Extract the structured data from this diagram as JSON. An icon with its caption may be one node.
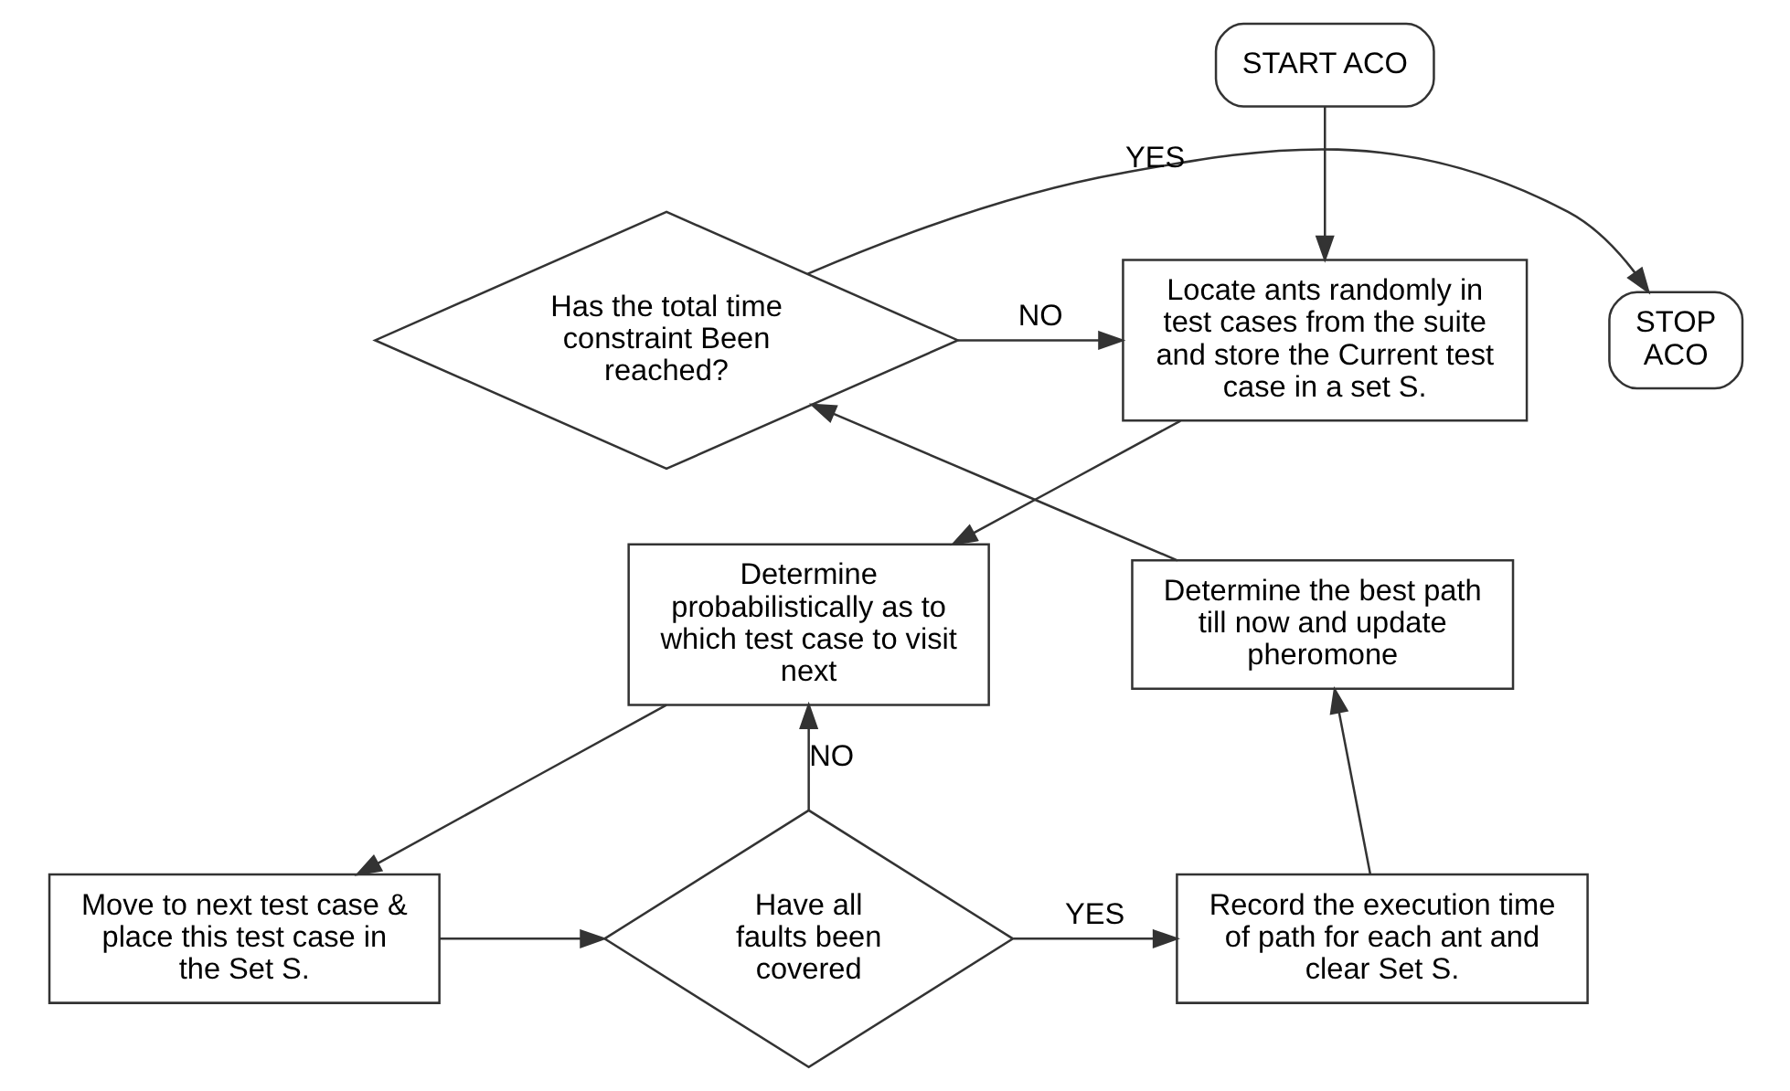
{
  "diagram": {
    "nodes": [
      {
        "text": [
          "START ACO"
        ]
      },
      {
        "text": [
          "Locate ants randomly in test cases from the suite and store the Current test case in a set S."
        ]
      },
      {
        "text": [
          "Determine probabilistically as to which test case to visit next"
        ]
      },
      {
        "text": [
          "Move to next test case & place this test case in the Set S."
        ]
      },
      {
        "text": [
          "Have all faults been covered"
        ]
      },
      {
        "text": [
          "Record the execution time of path for each ant and clear Set S."
        ]
      },
      {
        "text": [
          "Determine the best path till now and update pheromone"
        ]
      },
      {
        "text": [
          "Has the total time constraint Been reached?"
        ]
      },
      {
        "text": [
          "STOP ACO"
        ]
      }
    ],
    "edges": [
      {
        "from": 0,
        "to": 1,
        "arrow": "to"
      },
      {
        "from": 1,
        "to": 2,
        "arrow": "to"
      },
      {
        "from": 2,
        "to": 3,
        "arrow": "to"
      },
      {
        "from": 3,
        "to": 4,
        "arrow": "to"
      },
      {
        "from": 4,
        "to": 5,
        "label": "YES",
        "arrow": "to"
      },
      {
        "from": 4,
        "to": 2,
        "label": "NO",
        "arrow": "to"
      },
      {
        "from": 5,
        "to": 6,
        "arrow": "to"
      },
      {
        "from": 6,
        "to": 7,
        "arrow": "to"
      },
      {
        "from": 7,
        "to": 1,
        "label": "NO",
        "arrow": "to"
      },
      {
        "from": 7,
        "to": 8,
        "label": "YES",
        "arrow": "to"
      }
    ]
  }
}
